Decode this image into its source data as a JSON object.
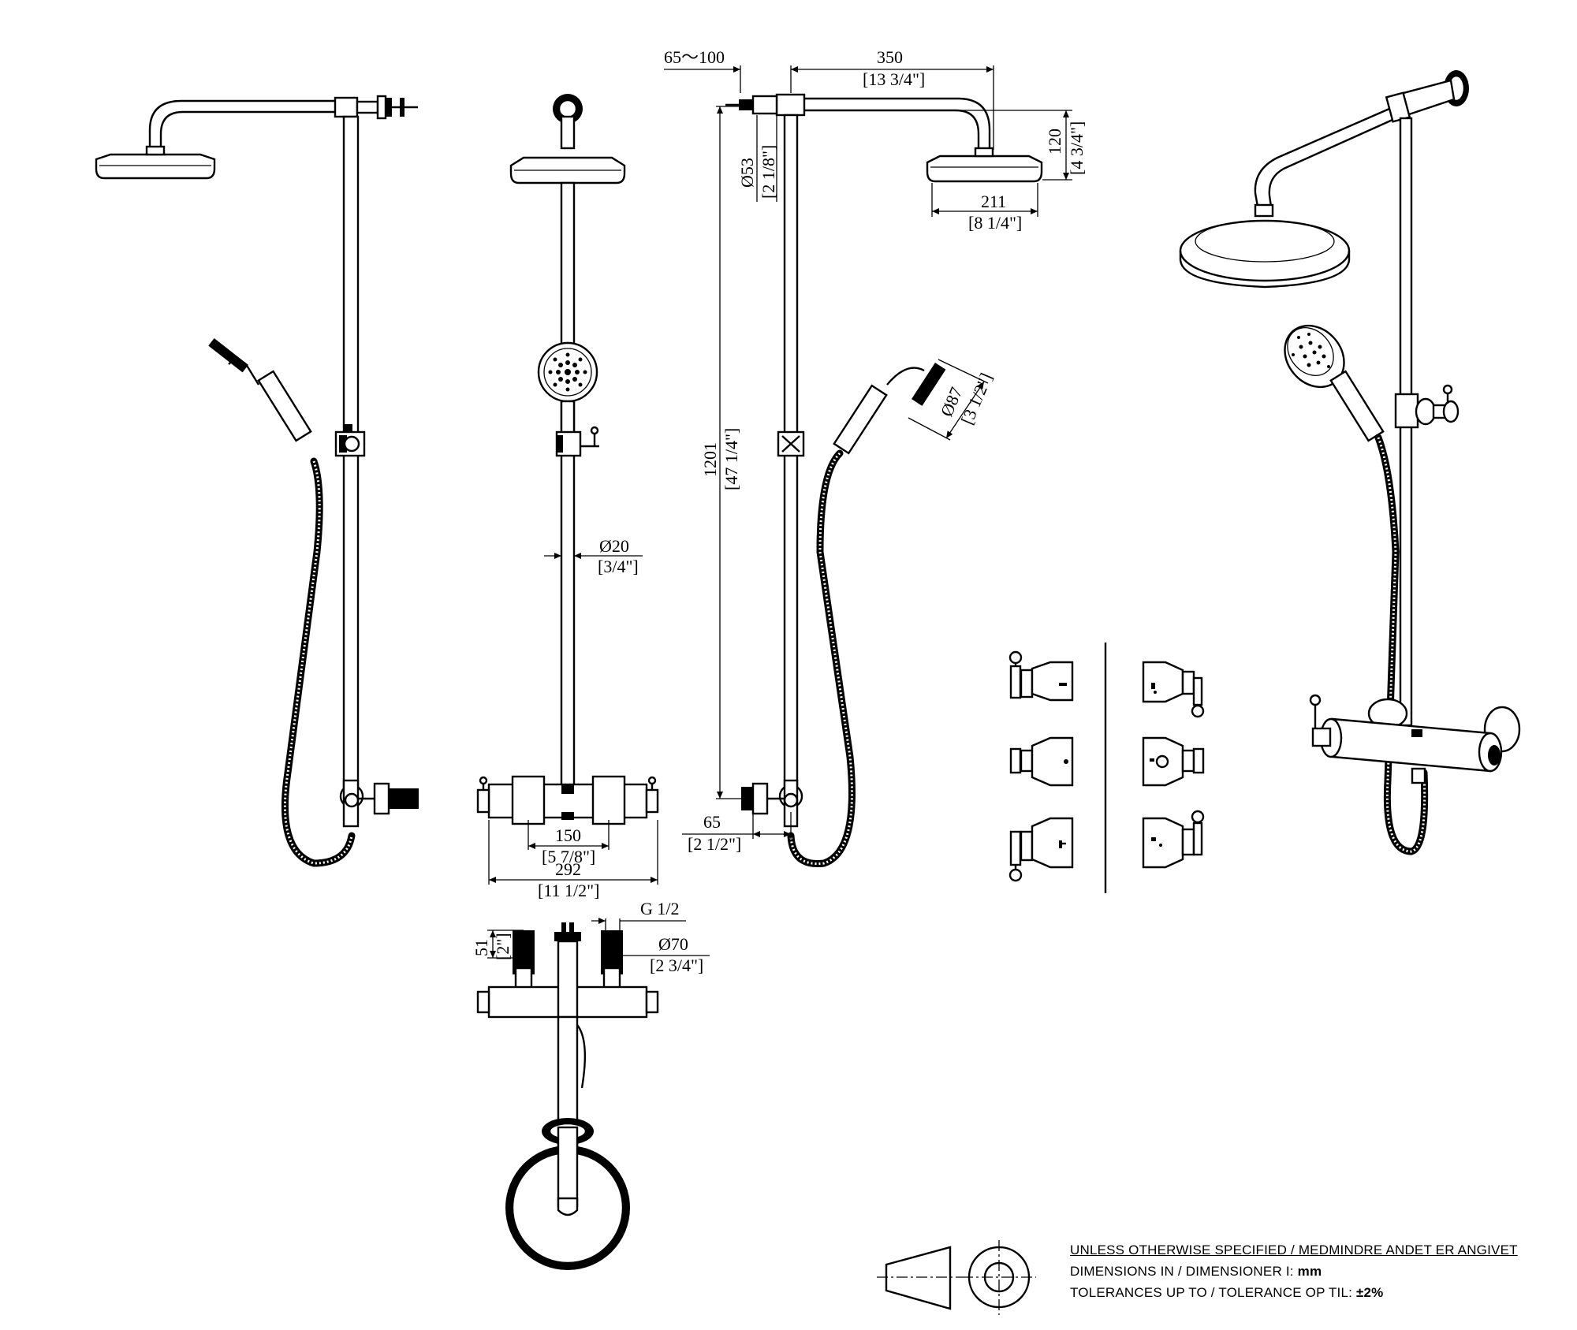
{
  "dimensions": {
    "arm_offset": "65～100",
    "arm_length_mm": "350",
    "arm_length_in": "[13 3/4\"]",
    "head_drop_mm": "120",
    "head_drop_in": "[4 3/4\"]",
    "head_diameter_mm": "211",
    "head_diameter_in": "[8 1/4\"]",
    "wall_flange_mm": "Ø53",
    "wall_flange_in": "[2 1/8\"]",
    "rail_height_mm": "1201",
    "rail_height_in": "[47 1/4\"]",
    "hand_shower_mm": "Ø87",
    "hand_shower_in": "[3 1/2\"]",
    "rail_diameter_mm": "Ø20",
    "rail_diameter_in": "[3/4\"]",
    "centers_mm": "150",
    "centers_in": "[5 7/8\"]",
    "overall_width_mm": "292",
    "overall_width_in": "[11 1/2\"]",
    "wall_projection_mm": "65",
    "wall_projection_in": "[2 1/2\"]",
    "thread": "G 1/2",
    "eccentric_mm": "51",
    "eccentric_in": "[2\"]",
    "cover_mm": "Ø70",
    "cover_in": "[2 3/4\"]"
  },
  "notes": {
    "line1": "UNLESS OTHERWISE SPECIFIED / MEDMINDRE ANDET ER ANGIVET",
    "line2_prefix": "DIMENSIONS IN / DIMENSIONER I: ",
    "line2_unit": "mm",
    "line3_prefix": "TOLERANCES UP TO / TOLERANCE OP TIL: ",
    "line3_value": "±2%"
  }
}
